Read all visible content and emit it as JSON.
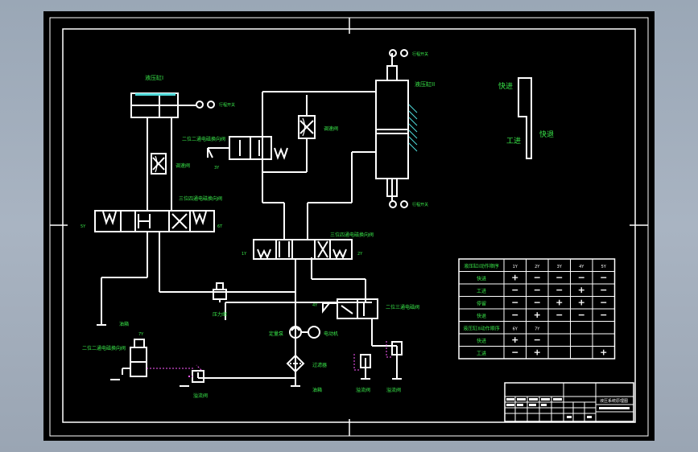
{
  "drawing": {
    "frame_color": "#ffffff",
    "background_color": "#000000",
    "label_color": "#39e84a",
    "accent_color": "#4fd8d8",
    "handle_color": "#ff5aff",
    "cylinder_1": {
      "name": "液压缸I",
      "switch_label": "行程开关"
    },
    "cylinder_2": {
      "name": "液压缸II",
      "switch_top_label": "行程开关",
      "switch_bottom_label": "行程开关"
    },
    "valves": {
      "two_two_top": {
        "name": "二位二通电磁换向阀",
        "code": "3Y"
      },
      "throttle_1": "调速阀",
      "throttle_2": "调速阀",
      "three_pos_left": {
        "name": "三位四通电磁换向阀",
        "left_code": "5Y",
        "right_code": "6T"
      },
      "three_pos_center": {
        "name": "三位四通电磁换向阀",
        "left_code": "1Y",
        "right_code": "2Y"
      },
      "pressure_relay": "压力继",
      "two_three_right": {
        "name": "二位三通电磁阀",
        "code": "4Y"
      },
      "two_two_left": {
        "name": "二位二通电磁换向阀",
        "code": "7Y"
      },
      "tank_left": "油箱"
    },
    "pump_group": {
      "pump": "定量泵",
      "motor": "电动机",
      "filter": "过滤器",
      "tank": "油箱",
      "relief_1": "溢流阀",
      "relief_2": "溢流阀",
      "relief_3": "溢流阀"
    },
    "motion_diagram": {
      "fast_in": "快进",
      "work_in": "工进",
      "fast_back": "快退"
    },
    "table": {
      "rows": [
        [
          "液压缸I动作顺序",
          "1Y",
          "2Y",
          "3Y",
          "4Y",
          "5Y"
        ],
        [
          "快进",
          "+",
          "−",
          "−",
          "−",
          "−"
        ],
        [
          "工进",
          "−",
          "−",
          "−",
          "+",
          "−"
        ],
        [
          "停留",
          "−",
          "−",
          "+",
          "+",
          "−"
        ],
        [
          "快退",
          "−",
          "+",
          "−",
          "−",
          "−"
        ],
        [
          "液压缸II动作顺序",
          "6Y",
          "7Y",
          "",
          "",
          ""
        ],
        [
          "快进",
          "+",
          "−",
          "",
          "",
          ""
        ],
        [
          "工进",
          "−",
          "+",
          "",
          "",
          "+"
        ]
      ]
    },
    "title_block": {
      "header": "液压系统原理图"
    }
  }
}
